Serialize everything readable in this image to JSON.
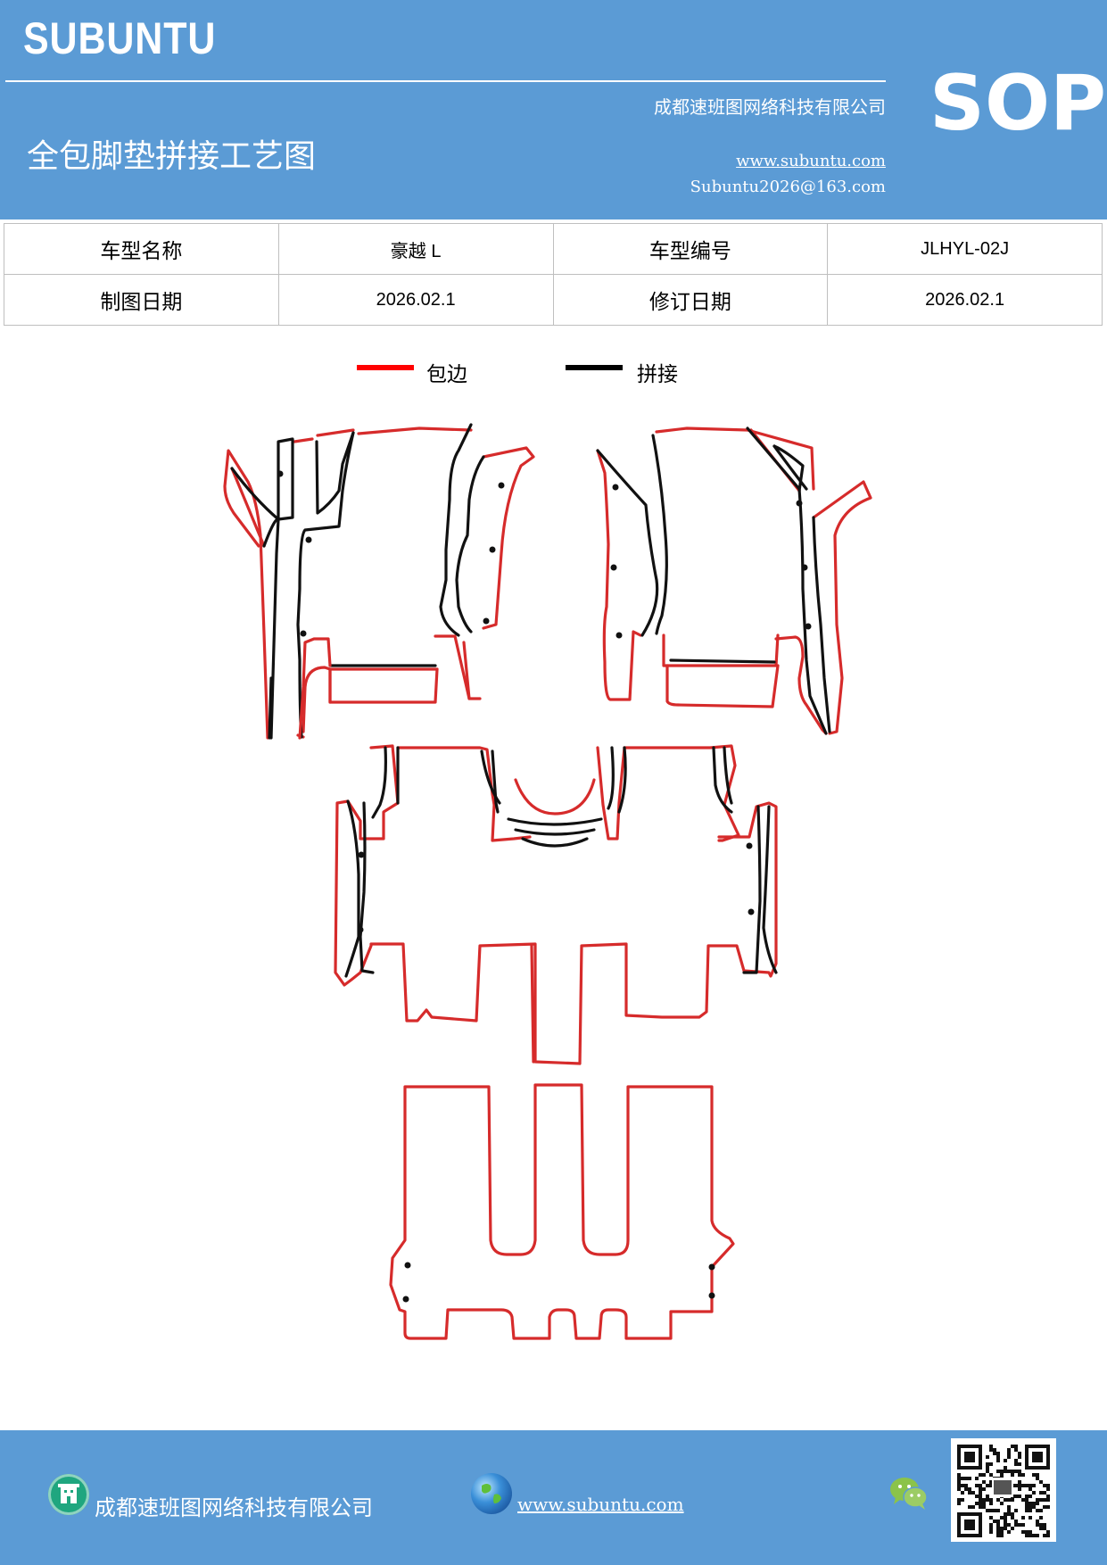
{
  "header": {
    "brand": "SUBUNTU",
    "company": "成都速班图网络科技有限公司",
    "title": "全包脚垫拼接工艺图",
    "website": "www.subuntu.com",
    "email": "Subuntu2026@163.com",
    "badge": "SOP"
  },
  "info_table": {
    "rows": [
      {
        "label1": "车型名称",
        "value1": "豪越 L",
        "label2": "车型编号",
        "value2": "JLHYL-02J"
      },
      {
        "label1": "制图日期",
        "value1": "2026.02.1",
        "label2": "修订日期",
        "value2": "2026.02.1"
      }
    ]
  },
  "legend": {
    "items": [
      {
        "label": "包边",
        "color": "#ff0000"
      },
      {
        "label": "拼接",
        "color": "#000000"
      }
    ]
  },
  "diagram": {
    "edge_color": "#d62b2b",
    "seam_color": "#111111"
  },
  "footer": {
    "company": "成都速班图网络科技有限公司",
    "website": "www.subuntu.com",
    "company_icon": "building-icon",
    "globe_icon": "globe-icon",
    "wechat_icon": "wechat-icon",
    "qr": "qr-code"
  }
}
